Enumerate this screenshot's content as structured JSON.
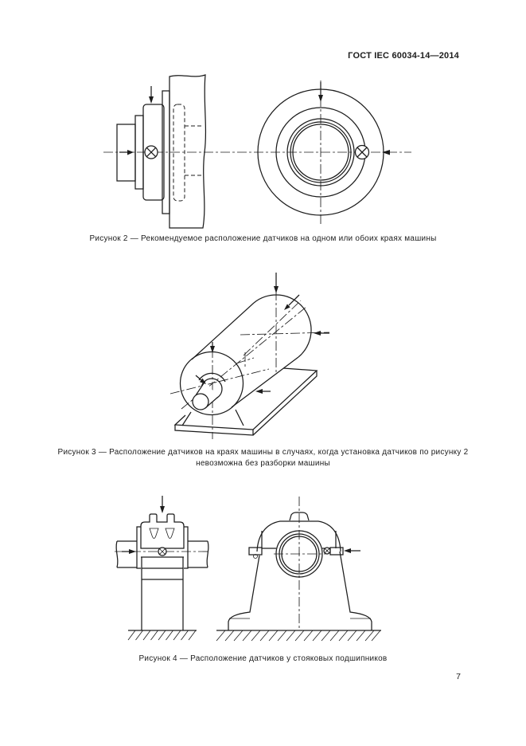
{
  "page": {
    "background": "#ffffff",
    "ink_color": "#1c1c1c",
    "page_number": "7"
  },
  "header": {
    "title": "ГОСТ IEC 60034-14—2014"
  },
  "figures": {
    "figure2": {
      "caption": "Рисунок 2 — Рекомендуемое расположение датчиков на одном или обоих краях машины",
      "sensor_marker": "crossed-circle-icon",
      "description": "Side view of machine end with flange wall and front view with concentric circles; arrows show measuring directions"
    },
    "figure3": {
      "caption_line1": "Рисунок 3 — Расположение датчиков на краях машины в случаях, когда установка датчиков по рисунку 2",
      "caption_line2": "невозможна без разборки машины",
      "description": "Isometric view of cylindrical machine with shaft on base plate; arrows show measuring directions"
    },
    "figure4": {
      "caption": "Рисунок 4 — Расположение датчиков у стояковых подшипников",
      "sensor_marker": "crossed-circle-icon",
      "description": "Side and front views of pedestal bearings on hatched ground; arrows show measuring directions"
    }
  }
}
